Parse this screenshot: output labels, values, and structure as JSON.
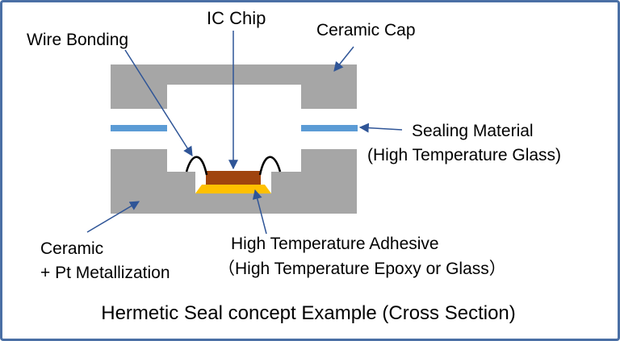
{
  "labels": {
    "ic_chip": "IC Chip",
    "wire_bonding": "Wire Bonding",
    "ceramic_cap": "Ceramic Cap",
    "sealing_material": "Sealing Material",
    "sealing_material_sub": "(High Temperature Glass)",
    "ceramic": "Ceramic",
    "ceramic_sub": "+ Pt Metallization",
    "adhesive": "High Temperature Adhesive",
    "adhesive_sub": "（High Temperature Epoxy or Glass）",
    "caption": "Hermetic Seal concept Example (Cross Section)"
  },
  "colors": {
    "frame_border": "#4a6fa5",
    "ceramic": "#a6a6a6",
    "sealing_glass": "#5b9bd5",
    "chip": "#a0440e",
    "adhesive": "#ffc000",
    "arrow": "#2f5597",
    "wire": "#000000"
  }
}
